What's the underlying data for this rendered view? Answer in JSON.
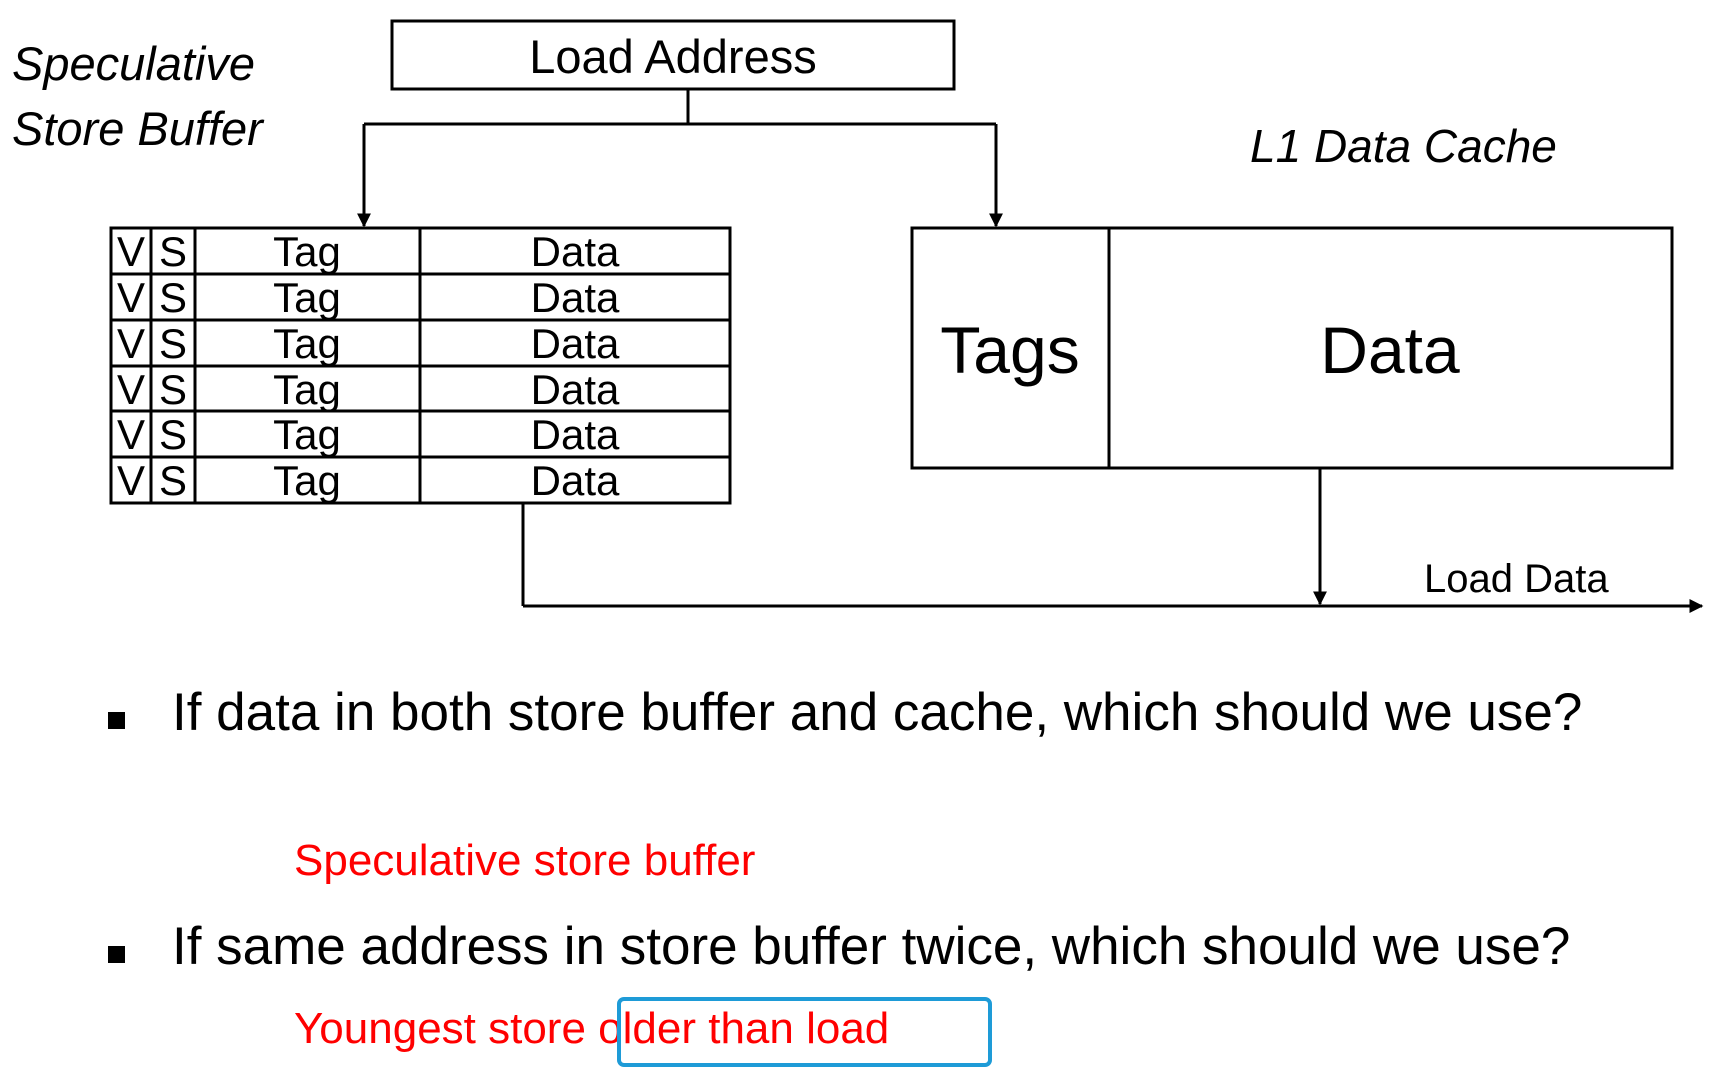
{
  "diagram": {
    "store_buffer_label": [
      "Speculative",
      "Store Buffer"
    ],
    "load_address_label": "Load Address",
    "cache_label": "L1 Data Cache",
    "buffer_rows": [
      {
        "v": "V",
        "s": "S",
        "tag": "Tag",
        "data": "Data"
      },
      {
        "v": "V",
        "s": "S",
        "tag": "Tag",
        "data": "Data"
      },
      {
        "v": "V",
        "s": "S",
        "tag": "Tag",
        "data": "Data"
      },
      {
        "v": "V",
        "s": "S",
        "tag": "Tag",
        "data": "Data"
      },
      {
        "v": "V",
        "s": "S",
        "tag": "Tag",
        "data": "Data"
      },
      {
        "v": "V",
        "s": "S",
        "tag": "Tag",
        "data": "Data"
      }
    ],
    "cache_tags_label": "Tags",
    "cache_data_label": "Data",
    "load_data_label": "Load Data"
  },
  "bullets": [
    {
      "question": "If data in both store buffer and cache, which should we use?",
      "answer": "Speculative store buffer"
    },
    {
      "question": "If same address in store buffer twice, which should we use?",
      "answer": "Youngest store older than load",
      "answer_plain": "Youngest store ",
      "answer_highlight": "older than load"
    }
  ],
  "colors": {
    "answer": "#ff0000",
    "highlight_box": "#1e9bd7"
  }
}
